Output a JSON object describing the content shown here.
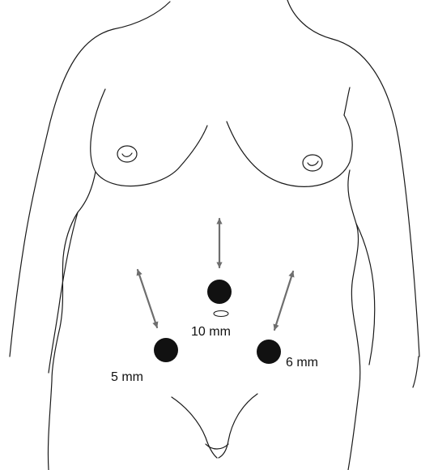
{
  "colors": {
    "outline": "#1a1a1a",
    "port": "#111111",
    "arrow": "#6e6e6e",
    "background": "#ffffff"
  },
  "ports": [
    {
      "id": "umbilical",
      "label": "10 mm"
    },
    {
      "id": "left",
      "label": "5 mm"
    },
    {
      "id": "right",
      "label": "6 mm"
    }
  ]
}
